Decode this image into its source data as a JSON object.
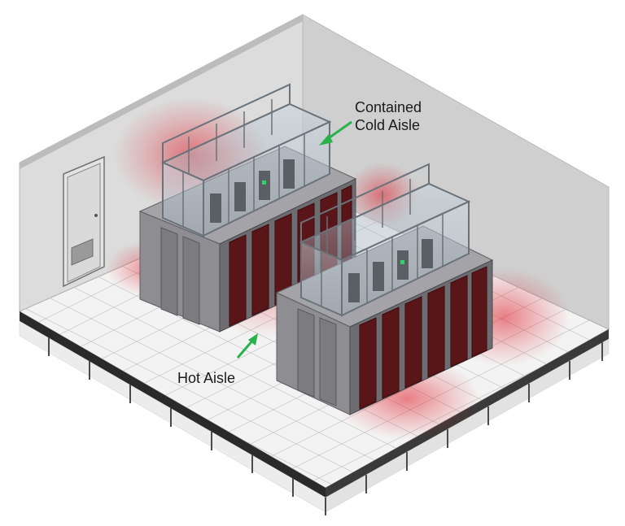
{
  "labels": {
    "cold_aisle_line1": "Contained",
    "cold_aisle_line2": "Cold Aisle",
    "hot_aisle": "Hot Aisle"
  },
  "colors": {
    "arrow": "#27b24a",
    "hot_glow": "#e0202a",
    "rack_front": "#8e8e92",
    "rack_top": "#a4a4a8",
    "rack_side": "#6d6d71",
    "hot_door": "#5a1518",
    "wall_left": "#dcdcdc",
    "wall_right": "#cfcfcf",
    "floor": "#f3f3f3",
    "tile_line": "#c8c8c8"
  }
}
